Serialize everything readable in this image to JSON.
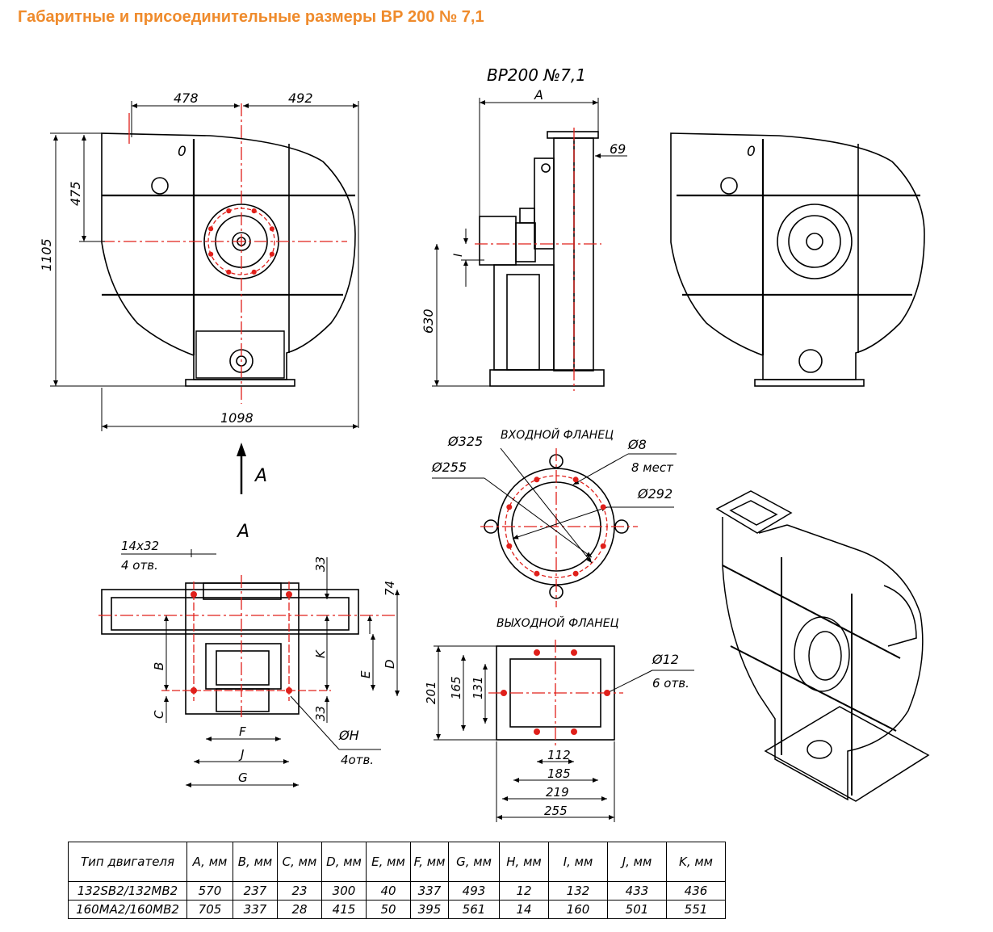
{
  "title": "Габаритные и присоединительные размеры ВР 200 № 7,1",
  "front_view": {
    "dim_left": "478",
    "dim_right": "492",
    "dim_height": "1105",
    "dim_outlet": "475",
    "dim_width": "1098",
    "outlet_mark": "0"
  },
  "side_view": {
    "title": "ВР200 №7,1",
    "dim_a": "A",
    "dim_69": "69",
    "dim_i": "I",
    "dim_630": "630"
  },
  "right_view": {
    "outlet_mark": "0"
  },
  "arrow_view": {
    "label": "A"
  },
  "bottom_view": {
    "title": "A",
    "slot": "14х32",
    "slot_count": "4 отв.",
    "dim_33_top": "33",
    "dim_74": "74",
    "dim_k": "K",
    "dim_e": "E",
    "dim_d": "D",
    "dim_b": "B",
    "dim_c": "C",
    "dim_33_bottom": "33",
    "hole": "ØH",
    "hole_count": "4отв.",
    "dim_f": "F",
    "dim_j": "J",
    "dim_g": "G"
  },
  "inlet_flange": {
    "title": "ВХОДНОЙ ФЛАНЕЦ",
    "d325": "Ø325",
    "d255": "Ø255",
    "d8": "Ø8",
    "d8_count": "8 мест",
    "d292": "Ø292"
  },
  "outlet_flange": {
    "title": "ВЫХОДНОЙ ФЛАНЕЦ",
    "d12": "Ø12",
    "d12_count": "6 отв.",
    "dim_201": "201",
    "dim_165": "165",
    "dim_131": "131",
    "dim_112": "112",
    "dim_185": "185",
    "dim_219": "219",
    "dim_255": "255"
  },
  "table": {
    "headers": [
      "Тип двигателя",
      "A, мм",
      "B, мм",
      "C, мм",
      "D, мм",
      "E, мм",
      "F, мм",
      "G, мм",
      "H, мм",
      "I, мм",
      "J, мм",
      "K, мм"
    ],
    "rows": [
      [
        "132SB2/132MB2",
        "570",
        "237",
        "23",
        "300",
        "40",
        "337",
        "493",
        "12",
        "132",
        "433",
        "436"
      ],
      [
        "160MA2/160MB2",
        "705",
        "337",
        "28",
        "415",
        "50",
        "395",
        "561",
        "14",
        "160",
        "501",
        "551"
      ]
    ]
  },
  "colors": {
    "title": "#ef8b2c",
    "centerline": "#e0201b",
    "line": "#000000"
  }
}
